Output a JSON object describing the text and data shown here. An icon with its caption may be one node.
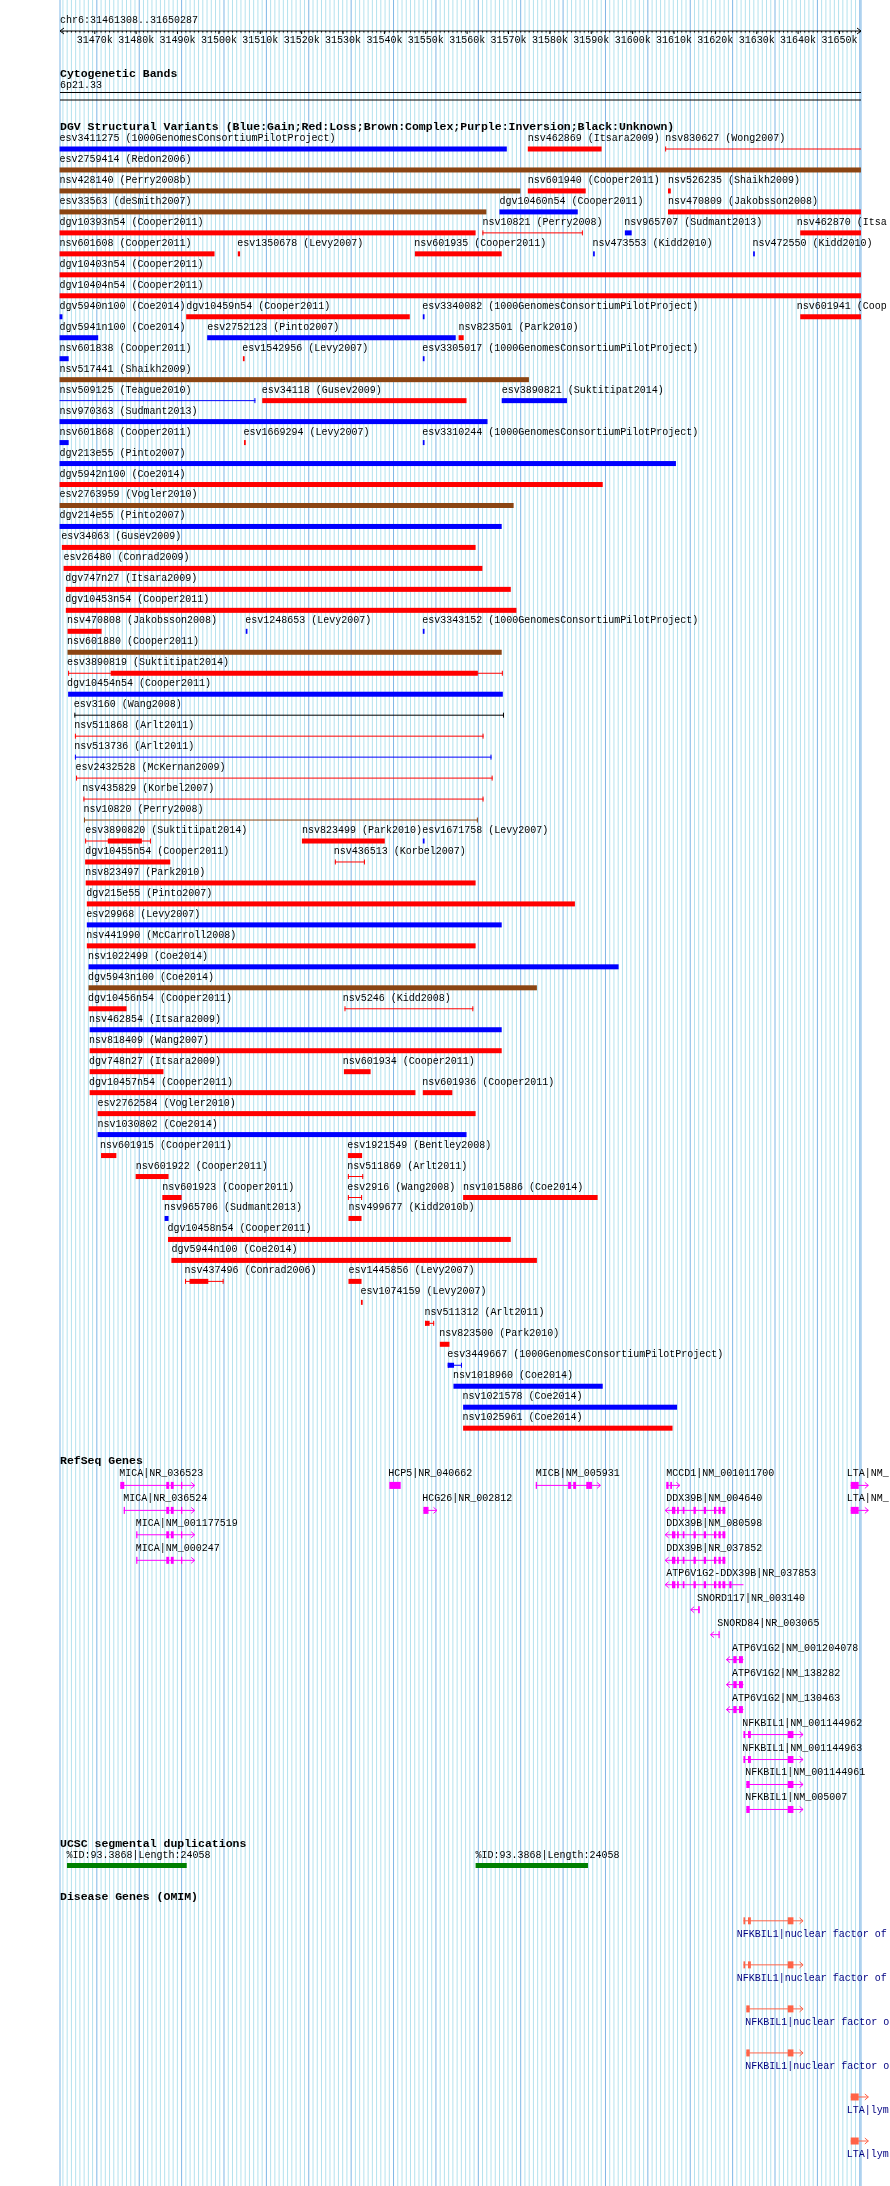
{
  "diagram": {
    "title": "chr6:31461308..31650287",
    "labels": [
      "31470k",
      "31480k",
      "31490k",
      "31500k",
      "31510k",
      "31520k",
      "31530k",
      "31540k",
      "31550k",
      "31560k",
      "31570k",
      "31580k",
      "31590k",
      "31600k",
      "31610k",
      "31620k",
      "31630k",
      "31640k",
      "31650k",
      "Cytogenetic Bands",
      "6p21.33",
      "DGV Structural Variants (Blue:Gain;Red:Loss;Brown:Complex;Purple:Inversion;Black:Unknown)",
      "esv3411275 (1000GenomesConsortiumPilotProject)",
      "nsv462869 (Itsara2009)",
      "nsv830627 (Wong2007)",
      "esv2759414 (Redon2006)",
      "nsv428140 (Perry2008b)",
      "nsv601940 (Cooper2011)",
      "nsv526235 (Shaikh2009)",
      "esv33563 (deSmith2007)",
      "dgv10460n54 (Cooper2011)",
      "nsv470809 (Jakobsson2008)",
      "dgv10393n54 (Cooper2011)",
      "nsv10821 (Perry2008)",
      "nsv965707 (Sudmant2013)",
      "nsv462870 (Itsa",
      "nsv601608 (Cooper2011)",
      "esv1350678 (Levy2007)",
      "nsv601935 (Cooper2011)",
      "nsv473553 (Kidd2010)",
      "nsv472550 (Kidd2010)",
      "dgv10403n54 (Cooper2011)",
      "dgv10404n54 (Cooper2011)",
      "dgv5940n100 (Coe2014)",
      "dgv10459n54 (Cooper2011)",
      "esv3340082 (1000GenomesConsortiumPilotProject)",
      "nsv601941 (Coop",
      "dgv5941n100 (Coe2014)",
      "esv2752123 (Pinto2007)",
      "nsv823501 (Park2010)",
      "nsv601838 (Cooper2011)",
      "esv1542956 (Levy2007)",
      "esv3305017 (1000GenomesConsortiumPilotProject)",
      "nsv517441 (Shaikh2009)",
      "nsv509125 (Teague2010)",
      "esv34118 (Gusev2009)",
      "esv3890821 (Suktitipat2014)",
      "nsv970363 (Sudmant2013)",
      "nsv601868 (Cooper2011)",
      "esv1669294 (Levy2007)",
      "esv3310244 (1000GenomesConsortiumPilotProject)",
      "dgv213e55 (Pinto2007)",
      "dgv5942n100 (Coe2014)",
      "esv2763959 (Vogler2010)",
      "dgv214e55 (Pinto2007)",
      "esv34063 (Gusev2009)",
      "esv26480 (Conrad2009)",
      "dgv747n27 (Itsara2009)",
      "dgv10453n54 (Cooper2011)",
      "nsv470808 (Jakobsson2008)",
      "esv1248653 (Levy2007)",
      "esv3343152 (1000GenomesConsortiumPilotProject)",
      "nsv601880 (Cooper2011)",
      "esv3890819 (Suktitipat2014)",
      "dgv10454n54 (Cooper2011)",
      "esv3160 (Wang2008)",
      "nsv511868 (Arlt2011)",
      "nsv513736 (Arlt2011)",
      "esv2432528 (McKernan2009)",
      "nsv435829 (Korbel2007)",
      "nsv10820 (Perry2008)",
      "esv3890820 (Suktitipat2014)",
      "nsv823499 (Park2010)",
      "esv1671758 (Levy2007)",
      "dgv10455n54 (Cooper2011)",
      "nsv436513 (Korbel2007)",
      "nsv823497 (Park2010)",
      "dgv215e55 (Pinto2007)",
      "esv29968 (Levy2007)",
      "nsv441990 (McCarroll2008)",
      "nsv1022499 (Coe2014)",
      "dgv5943n100 (Coe2014)",
      "dgv10456n54 (Cooper2011)",
      "nsv5246 (Kidd2008)",
      "nsv462854 (Itsara2009)",
      "nsv818409 (Wang2007)",
      "dgv748n27 (Itsara2009)",
      "nsv601934 (Cooper2011)",
      "dgv10457n54 (Cooper2011)",
      "nsv601936 (Cooper2011)",
      "esv2762584 (Vogler2010)",
      "nsv1030802 (Coe2014)",
      "nsv601915 (Cooper2011)",
      "esv1921549 (Bentley2008)",
      "nsv601922 (Cooper2011)",
      "nsv511869 (Arlt2011)",
      "nsv601923 (Cooper2011)",
      "esv2916 (Wang2008)",
      "nsv1015886 (Coe2014)",
      "nsv965706 (Sudmant2013)",
      "nsv499677 (Kidd2010b)",
      "dgv10458n54 (Cooper2011)",
      "dgv5944n100 (Coe2014)",
      "nsv437496 (Conrad2006)",
      "esv1445856 (Levy2007)",
      "esv1074159 (Levy2007)",
      "nsv511312 (Arlt2011)",
      "nsv823500 (Park2010)",
      "esv3449667 (1000GenomesConsortiumPilotProject)",
      "nsv1018960 (Coe2014)",
      "nsv1021578 (Coe2014)",
      "nsv1025961 (Coe2014)",
      "RefSeq Genes",
      "MICA|NR_036523",
      "HCP5|NR_040662",
      "MICB|NM_005931",
      "MCCD1|NM_001011700",
      "LTA|NM_",
      "MICA|NR_036524",
      "HCG26|NR_002812",
      "DDX39B|NM_004640",
      "LTA|NM_",
      "MICA|NM_001177519",
      "DDX39B|NM_080598",
      "MICA|NM_000247",
      "DDX39B|NR_037852",
      "ATP6V1G2-DDX39B|NR_037853",
      "SNORD117|NR_003140",
      "SNORD84|NR_003065",
      "ATP6V1G2|NM_001204078",
      "ATP6V1G2|NM_138282",
      "ATP6V1G2|NM_130463",
      "NFKBIL1|NM_001144962",
      "NFKBIL1|NM_001144963",
      "NFKBIL1|NM_001144961",
      "NFKBIL1|NM_005007",
      "UCSC segmental duplications",
      "%ID:93.3868|Length:24058",
      "%ID:93.3868|Length:24058",
      "Disease Genes (OMIM)",
      "NFKBIL1|nuclear factor of",
      "NFKBIL1|nuclear factor of",
      "NFKBIL1|nuclear factor o",
      "NFKBIL1|nuclear factor o",
      "LTA|lym",
      "LTA|lym"
    ]
  }
}
